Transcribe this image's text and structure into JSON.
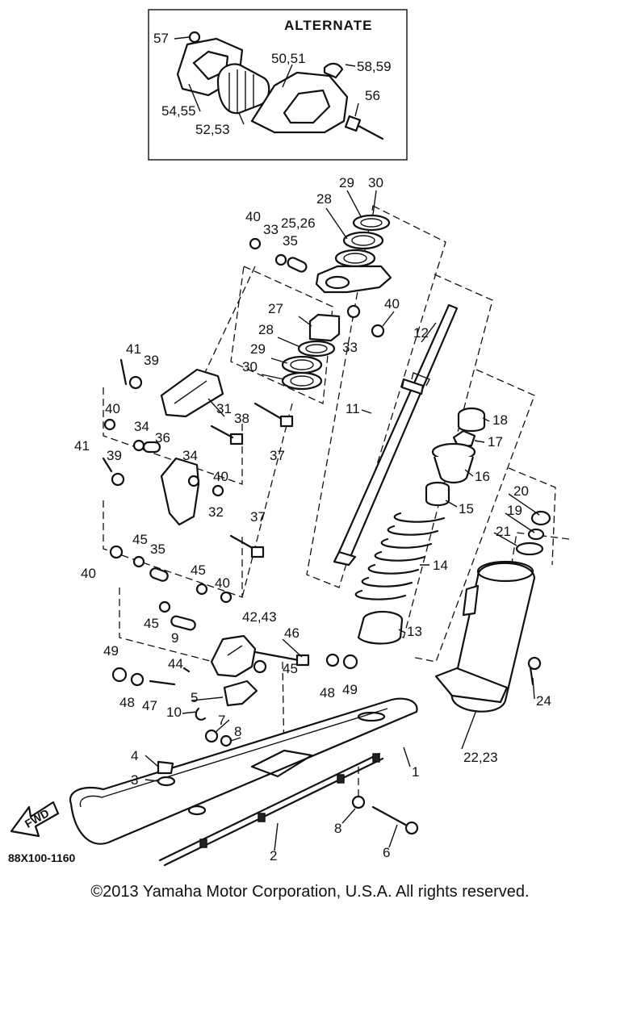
{
  "diagram": {
    "inset_title": "ALTERNATE",
    "drawing_code": "88X100-1160",
    "fwd_label": "FWD",
    "callouts": [
      {
        "id": "c57",
        "text": "57"
      },
      {
        "id": "c50_51",
        "text": "50,51"
      },
      {
        "id": "c58_59",
        "text": "58,59"
      },
      {
        "id": "c56",
        "text": "56"
      },
      {
        "id": "c54_55",
        "text": "54,55"
      },
      {
        "id": "c52_53",
        "text": "52,53"
      },
      {
        "id": "c29a",
        "text": "29"
      },
      {
        "id": "c30a",
        "text": "30"
      },
      {
        "id": "c28a",
        "text": "28"
      },
      {
        "id": "c40a",
        "text": "40"
      },
      {
        "id": "c33a",
        "text": "33"
      },
      {
        "id": "c25_26",
        "text": "25,26"
      },
      {
        "id": "c35a",
        "text": "35"
      },
      {
        "id": "c27",
        "text": "27"
      },
      {
        "id": "c40b",
        "text": "40"
      },
      {
        "id": "c28b",
        "text": "28"
      },
      {
        "id": "c33b",
        "text": "33"
      },
      {
        "id": "c12",
        "text": "12"
      },
      {
        "id": "c29b",
        "text": "29"
      },
      {
        "id": "c30b",
        "text": "30"
      },
      {
        "id": "c41a",
        "text": "41"
      },
      {
        "id": "c39a",
        "text": "39"
      },
      {
        "id": "c11",
        "text": "11"
      },
      {
        "id": "c31",
        "text": "31"
      },
      {
        "id": "c38",
        "text": "38"
      },
      {
        "id": "c18",
        "text": "18"
      },
      {
        "id": "c40c",
        "text": "40"
      },
      {
        "id": "c34a",
        "text": "34"
      },
      {
        "id": "c36",
        "text": "36"
      },
      {
        "id": "c17",
        "text": "17"
      },
      {
        "id": "c37a",
        "text": "37"
      },
      {
        "id": "c41b",
        "text": "41"
      },
      {
        "id": "c39b",
        "text": "39"
      },
      {
        "id": "c34b",
        "text": "34"
      },
      {
        "id": "c16",
        "text": "16"
      },
      {
        "id": "c40d",
        "text": "40"
      },
      {
        "id": "c15",
        "text": "15"
      },
      {
        "id": "c20",
        "text": "20"
      },
      {
        "id": "c32",
        "text": "32"
      },
      {
        "id": "c19",
        "text": "19"
      },
      {
        "id": "c37b",
        "text": "37"
      },
      {
        "id": "c21",
        "text": "21"
      },
      {
        "id": "c45a",
        "text": "45"
      },
      {
        "id": "c35b",
        "text": "35"
      },
      {
        "id": "c40e",
        "text": "40"
      },
      {
        "id": "c14",
        "text": "14"
      },
      {
        "id": "c45b",
        "text": "45"
      },
      {
        "id": "c40f",
        "text": "40"
      },
      {
        "id": "c42_43",
        "text": "42,43"
      },
      {
        "id": "c45c",
        "text": "45"
      },
      {
        "id": "c9",
        "text": "9"
      },
      {
        "id": "c13",
        "text": "13"
      },
      {
        "id": "c46",
        "text": "46"
      },
      {
        "id": "c49a",
        "text": "49"
      },
      {
        "id": "c44",
        "text": "44"
      },
      {
        "id": "c45d",
        "text": "45"
      },
      {
        "id": "c48a",
        "text": "48"
      },
      {
        "id": "c47",
        "text": "47"
      },
      {
        "id": "c48b",
        "text": "48"
      },
      {
        "id": "c49b",
        "text": "49"
      },
      {
        "id": "c24",
        "text": "24"
      },
      {
        "id": "c5",
        "text": "5"
      },
      {
        "id": "c10",
        "text": "10"
      },
      {
        "id": "c7",
        "text": "7"
      },
      {
        "id": "c8a",
        "text": "8"
      },
      {
        "id": "c1",
        "text": "1"
      },
      {
        "id": "c22_23",
        "text": "22,23"
      },
      {
        "id": "c4",
        "text": "4"
      },
      {
        "id": "c3",
        "text": "3"
      },
      {
        "id": "c8b",
        "text": "8"
      },
      {
        "id": "c6",
        "text": "6"
      },
      {
        "id": "c2",
        "text": "2"
      }
    ]
  },
  "copyright": "©2013 Yamaha Motor Corporation, U.S.A. All rights reserved."
}
